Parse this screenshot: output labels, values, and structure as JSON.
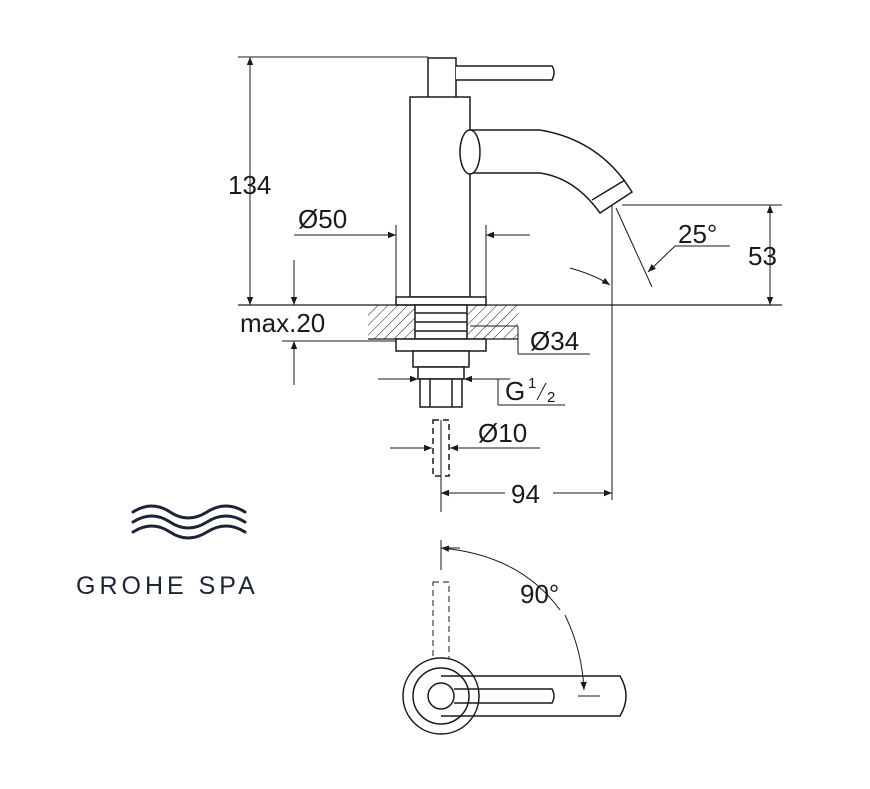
{
  "brand": {
    "name": "GROHE SPA",
    "logo_icon": "waves-icon",
    "color": "#1e2437"
  },
  "dimensions": {
    "height_total": "134",
    "spout_diameter": "50",
    "spout_height": "53",
    "spout_angle": "25°",
    "max_thickness": "max.20",
    "mount_hole_diameter": "34",
    "thread_g": "G",
    "thread_num": "1",
    "thread_den": "2",
    "supply_diameter": "10",
    "reach": "94",
    "handle_rotation": "90°",
    "diameter_symbol": "Ø"
  },
  "colors": {
    "line": "#1a1a1a",
    "brand": "#1e2437"
  }
}
